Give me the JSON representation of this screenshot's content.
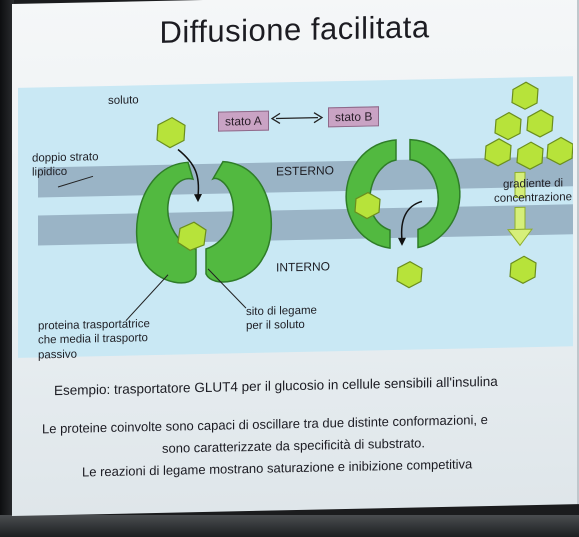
{
  "slide": {
    "title": "Diffusione facilitata",
    "labels": {
      "soluto": "soluto",
      "bilayer": "doppio strato\nlipidico",
      "state_a": "stato A",
      "state_b": "stato B",
      "esterno": "ESTERNO",
      "interno": "INTERNO",
      "gradiente": "gradiente di\nconcentrazione",
      "protein": "proteina trasportatrice\nche media il trasporto\npassivo",
      "binding_site": "sito di legame\nper il soluto"
    },
    "example": "Esempio: trasportatore GLUT4 per il glucosio in cellule sensibili all'insulina",
    "notes": [
      "Le proteine coinvolte sono capaci di oscillare tra due distinte conformazioni, e",
      "sono caratterizzate da specificità di substrato.",
      "Le reazioni di legame mostrano saturazione e inibizione competitiva"
    ]
  },
  "colors": {
    "panel": "#c9e8f4",
    "membrane": "#9ab4c6",
    "protein": "#52b940",
    "solute": "#b7e33a",
    "state_box": "#c9a3c4"
  }
}
